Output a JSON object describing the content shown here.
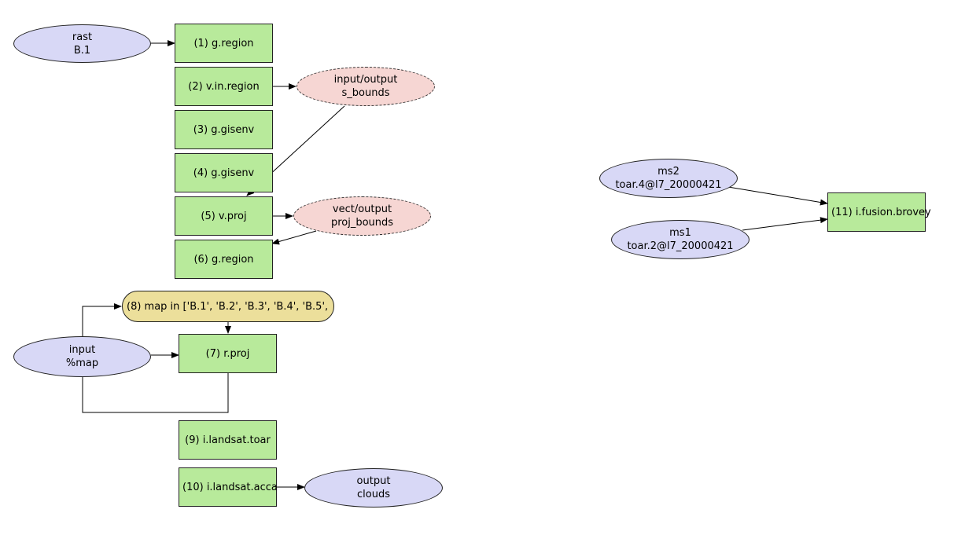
{
  "colors": {
    "module_fill": "#b8ea9b",
    "data_fill": "#d8d8f6",
    "io_fill": "#f6d6d3",
    "loop_fill": "#ecdf9b",
    "edge": "#000000"
  },
  "nodes": {
    "rast": "rast\nB.1",
    "n1": "(1) g.region",
    "n2": "(2) v.in.region",
    "s_bounds": "input/output\ns_bounds",
    "n3": "(3) g.gisenv",
    "n4": "(4) g.gisenv",
    "n5": "(5) v.proj",
    "proj_bounds": "vect/output\nproj_bounds",
    "n6": "(6) g.region",
    "loop8": "(8) map in ['B.1', 'B.2', 'B.3', 'B.4', 'B.5',",
    "input_map": "input\n%map",
    "n7": "(7) r.proj",
    "n9": "(9) i.landsat.toar",
    "n10": "(10) i.landsat.acca",
    "clouds": "output\nclouds",
    "ms2": "ms2\ntoar.4@l7_20000421",
    "ms1": "ms1\ntoar.2@l7_20000421",
    "n11": "(11) i.fusion.brovey"
  }
}
